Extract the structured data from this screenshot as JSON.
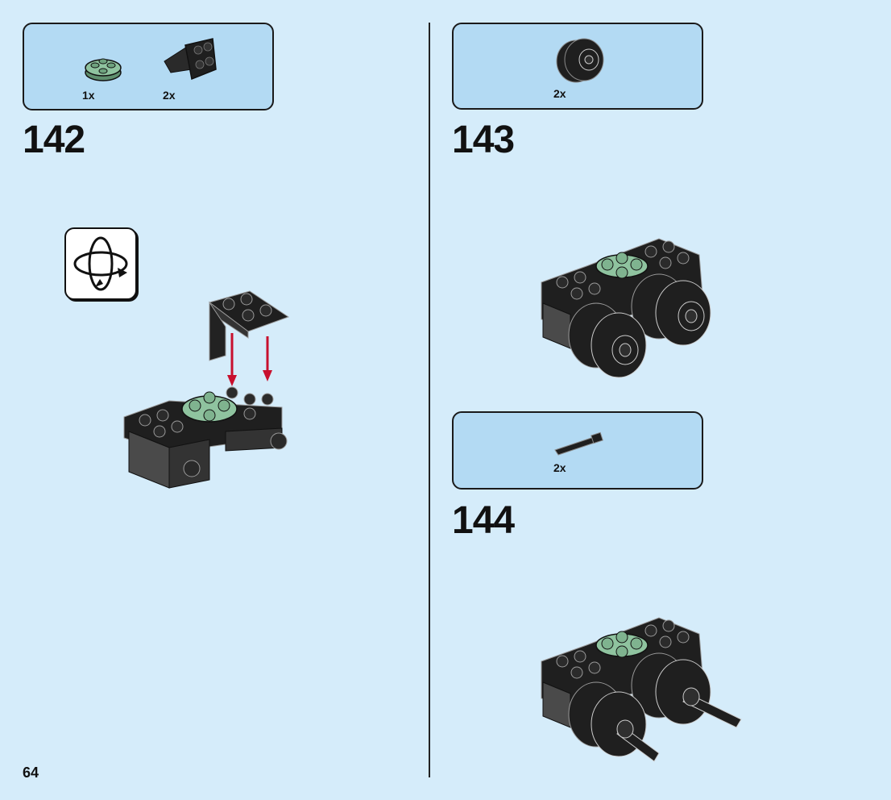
{
  "page_number": "64",
  "steps": [
    {
      "number": "142",
      "parts": [
        {
          "qty": "1x",
          "icon": "round-plate-2x2-sand-green"
        },
        {
          "qty": "2x",
          "icon": "bracket-black"
        }
      ],
      "rotate_icon": "rotate-model-icon"
    },
    {
      "number": "143",
      "parts": [
        {
          "qty": "2x",
          "icon": "tire-black"
        }
      ]
    },
    {
      "number": "144",
      "parts": [
        {
          "qty": "2x",
          "icon": "axle-black"
        }
      ]
    }
  ],
  "colors": {
    "background": "#d5ecfa",
    "parts_box": "#b3daf3",
    "brick_black": "#1b1b1b",
    "sand_green": "#7fb38f",
    "arrow_red": "#c8102e"
  }
}
